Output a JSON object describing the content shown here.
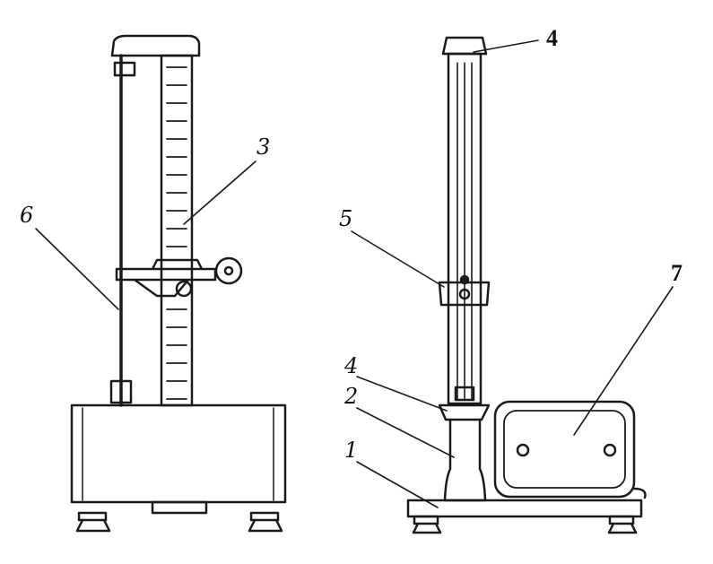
{
  "labels": {
    "l6": "6",
    "l3": "3",
    "l5": "5",
    "l4_top": "4",
    "l4_lower": "4",
    "l2": "2",
    "l1": "1",
    "l7": "7"
  },
  "colors": {
    "ink": "#1a1a1a",
    "paper": "#ffffff"
  }
}
